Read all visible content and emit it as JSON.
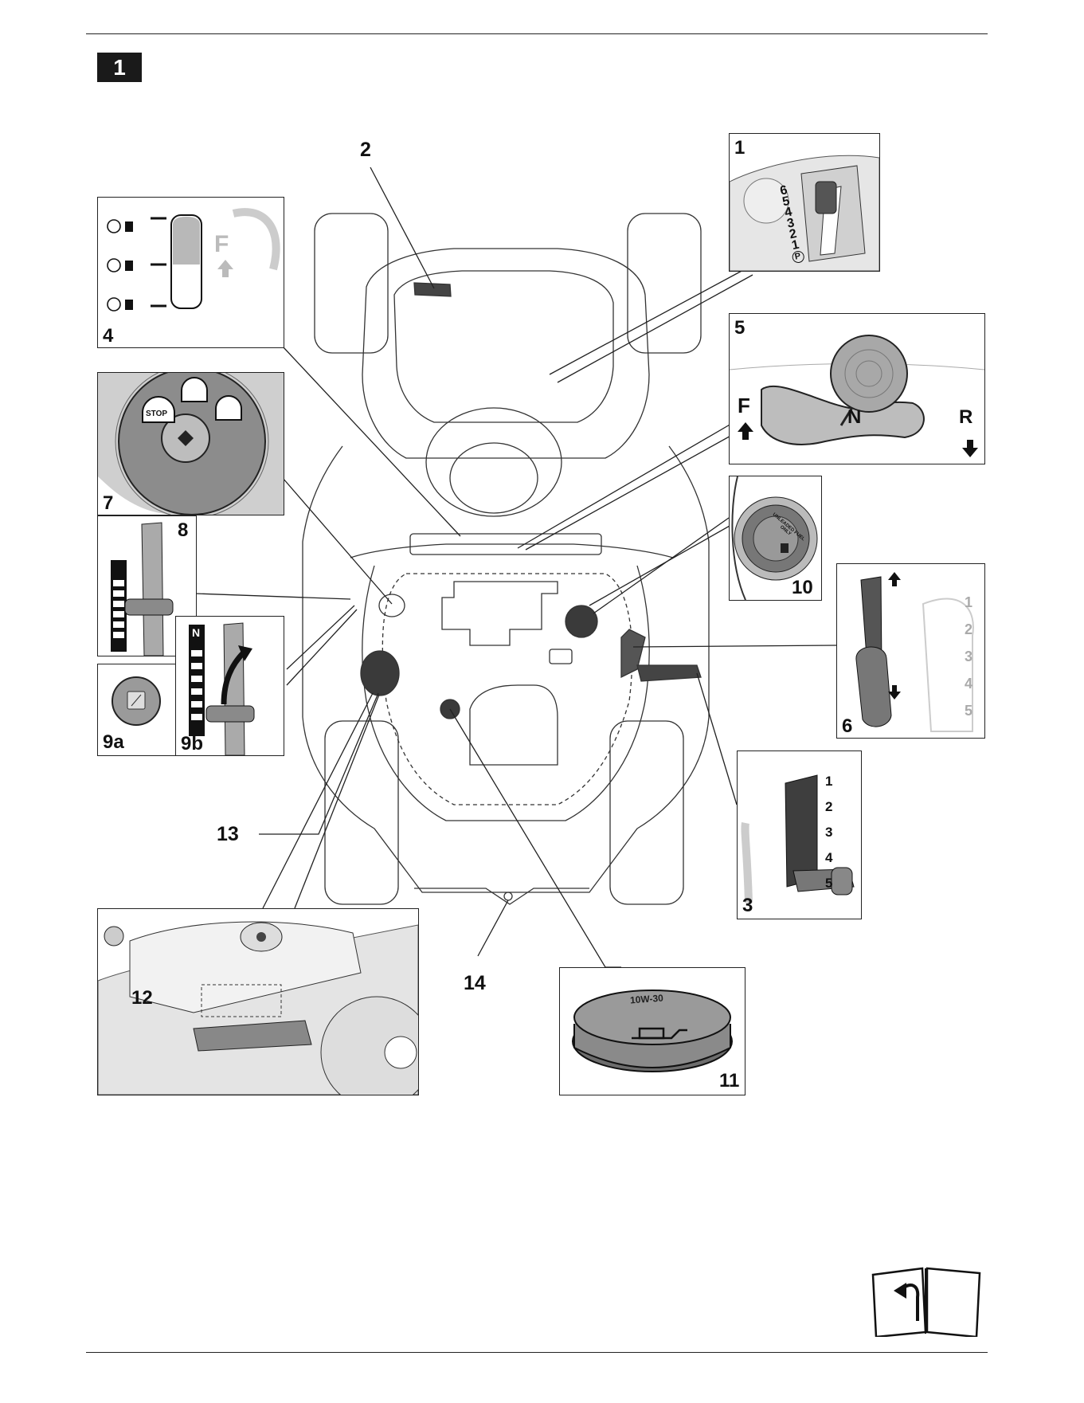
{
  "figure": {
    "number": "1"
  },
  "callouts": {
    "c2": "2",
    "c13": "13",
    "c14": "14"
  },
  "panels": {
    "p1": {
      "label": "1",
      "gear_marks": [
        "6",
        "5",
        "4",
        "3",
        "2",
        "1"
      ]
    },
    "p4": {
      "label": "4",
      "direction_letter": "F"
    },
    "p5": {
      "label": "5",
      "forward_letter": "F",
      "neutral_letter": "N",
      "reverse_letter": "R"
    },
    "p7": {
      "label": "7",
      "stop_text": "STOP"
    },
    "p8": {
      "label": "8"
    },
    "p9a": {
      "label": "9a"
    },
    "p9b": {
      "label": "9b",
      "neutral_mark": "N"
    },
    "p10": {
      "label": "10",
      "cap_text": "UNLEADED FUEL ONLY"
    },
    "p6": {
      "label": "6",
      "positions": [
        "1",
        "2",
        "3",
        "4",
        "5"
      ]
    },
    "p3": {
      "label": "3",
      "positions": [
        "1",
        "2",
        "3",
        "4",
        "5"
      ]
    },
    "p12": {
      "label": "12"
    },
    "p11": {
      "label": "11",
      "cap_text": "10W-30"
    }
  },
  "colors": {
    "ink": "#1a1a1a",
    "shade": "#8a8a8a",
    "light": "#d8d8d8"
  },
  "icons": [
    "read-manual-book-icon",
    "oil-can-icon",
    "stop-icon",
    "key-icon"
  ]
}
